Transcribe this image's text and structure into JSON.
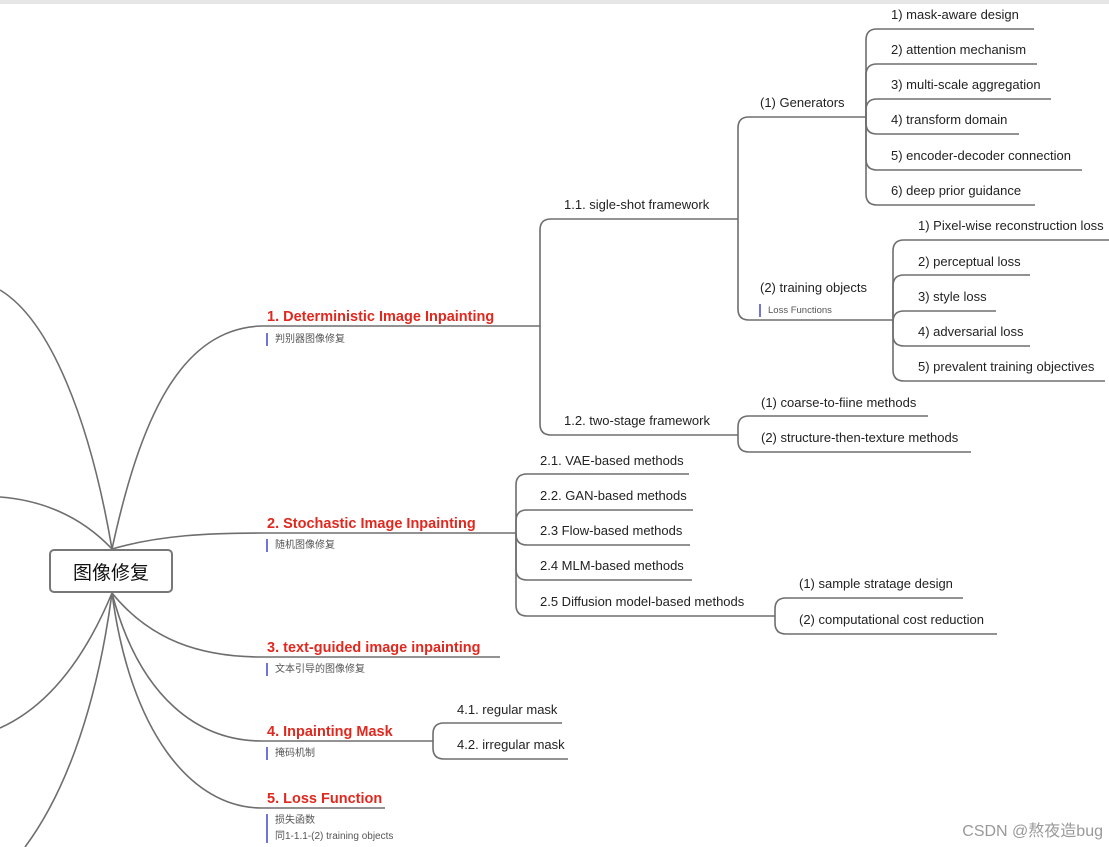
{
  "root": "图像修复",
  "deterministic": {
    "title": "1. Deterministic Image Inpainting",
    "note": "判别器图像修复",
    "single_shot": {
      "label": "1.1. sigle-shot framework",
      "generators": {
        "label": "(1) Generators",
        "items": [
          "1) mask-aware design",
          "2) attention mechanism",
          "3) multi-scale aggregation",
          "4) transform domain",
          "5) encoder-decoder connection",
          "6) deep prior guidance"
        ]
      },
      "training": {
        "label": "(2) training objects",
        "note": "Loss Functions",
        "items": [
          "1) Pixel-wise reconstruction loss",
          "2) perceptual loss",
          "3) style loss",
          "4) adversarial loss",
          "5) prevalent training objectives"
        ]
      }
    },
    "two_stage": {
      "label": "1.2. two-stage framework",
      "items": [
        "(1) coarse-to-fiine methods",
        "(2) structure-then-texture methods"
      ]
    }
  },
  "stochastic": {
    "title": "2. Stochastic Image Inpainting",
    "note": "随机图像修复",
    "items": [
      "2.1. VAE-based methods",
      "2.2. GAN-based methods",
      "2.3 Flow-based methods",
      "2.4 MLM-based methods",
      "2.5 Diffusion model-based methods"
    ],
    "diffusion_items": [
      "(1) sample stratage design",
      "(2) computational cost reduction"
    ]
  },
  "text_guided": {
    "title": "3. text-guided image inpainting",
    "note": "文本引导的图像修复"
  },
  "mask": {
    "title": "4. Inpainting Mask",
    "note": "掩码机制",
    "items": [
      "4.1. regular mask",
      "4.2. irregular mask"
    ]
  },
  "loss": {
    "title": "5. Loss Function",
    "note1": "损失函数",
    "note2": "同1-1.1-(2) training objects"
  },
  "watermark": "CSDN @熬夜造bug",
  "colors": {
    "main_topic": "#e0281e",
    "line": "#6e6e6e",
    "note_bar": "#6f76d8"
  }
}
